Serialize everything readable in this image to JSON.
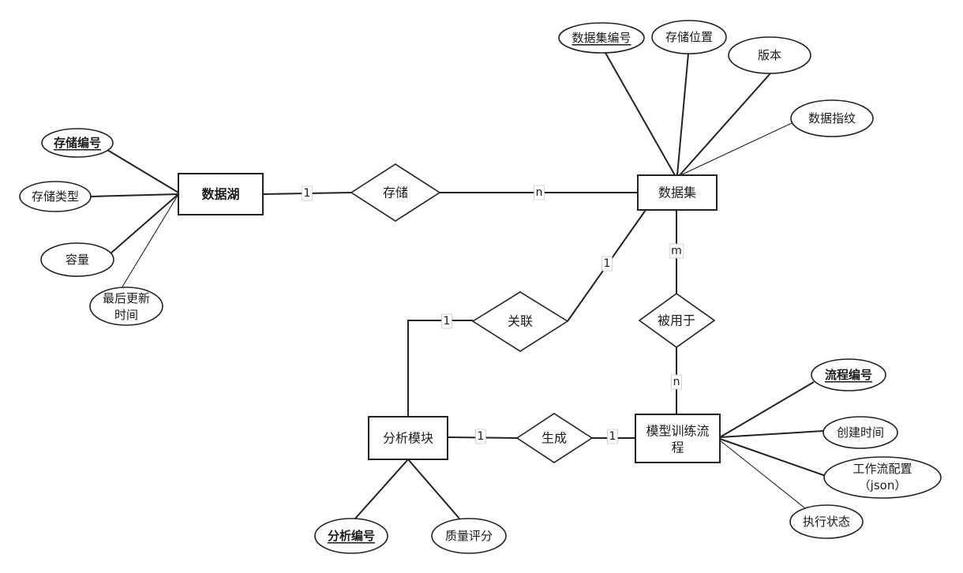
{
  "entities": {
    "data_lake": "数据湖",
    "dataset": "数据集",
    "analysis_module": "分析模块",
    "training_flow": [
      "模型训练流",
      "程"
    ]
  },
  "relationships": {
    "store": "存储",
    "associate": "关联",
    "used_by": "被用于",
    "generate": "生成"
  },
  "attributes": {
    "data_lake": {
      "storage_id": "存储编号",
      "storage_type": "存储类型",
      "capacity": "容量",
      "last_updated": [
        "最后更新",
        "时间"
      ]
    },
    "dataset": {
      "dataset_id": "数据集编号",
      "storage_location": "存储位置",
      "version": "版本",
      "fingerprint": "数据指纹"
    },
    "training_flow": {
      "flow_id": "流程编号",
      "created_time": "创建时间",
      "workflow_config": [
        "工作流配置",
        "（json）"
      ],
      "exec_status": "执行状态"
    },
    "analysis_module": {
      "analysis_id": "分析编号",
      "quality_score": "质量评分"
    }
  },
  "cardinalities": {
    "lake_store": "1",
    "store_dataset": "n",
    "dataset_associate": "1",
    "associate_module": "1",
    "dataset_used_by": "m",
    "used_by_flow": "n",
    "module_generate": "1",
    "generate_flow": "1"
  },
  "colors": {
    "stroke": "#222222",
    "background": "#ffffff"
  }
}
